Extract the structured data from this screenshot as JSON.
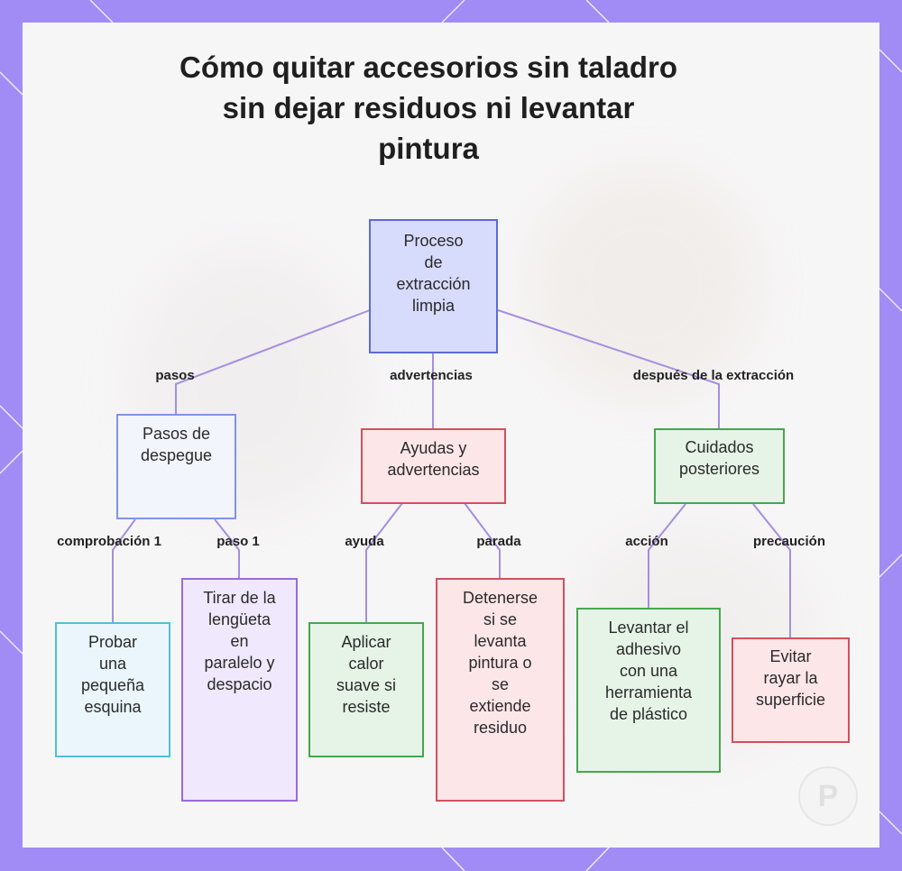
{
  "title": {
    "line1": "Cómo quitar accesorios sin taladro",
    "line2": "sin dejar residuos ni levantar",
    "line3": "pintura"
  },
  "nodes": {
    "root": [
      "Proceso",
      "de",
      "extracción",
      "limpia"
    ],
    "pasos": [
      "Pasos de",
      "despegue"
    ],
    "ayudas": [
      "Ayudas y",
      "advertencias"
    ],
    "cuidados": [
      "Cuidados",
      "posteriores"
    ],
    "probar": [
      "Probar",
      "una",
      "pequeña",
      "esquina"
    ],
    "tirar": [
      "Tirar de la",
      "lengüeta",
      "en",
      "paralelo y",
      "despacio"
    ],
    "aplicar": [
      "Aplicar",
      "calor",
      "suave si",
      "resiste"
    ],
    "detenerse": [
      "Detenerse",
      "si se",
      "levanta",
      "pintura o",
      "se",
      "extiende",
      "residuo"
    ],
    "levantar": [
      "Levantar el",
      "adhesivo",
      "con una",
      "herramienta",
      "de plástico"
    ],
    "evitar": [
      "Evitar",
      "rayar la",
      "superficie"
    ]
  },
  "edges": {
    "pasos": "pasos",
    "advertencias": "advertencias",
    "despues": "después de la extracción",
    "comprobacion": "comprobación 1",
    "paso1": "paso 1",
    "ayuda": "ayuda",
    "parada": "parada",
    "accion": "acción",
    "precaucion": "precaución"
  },
  "colors": {
    "frame": "#a18cf5",
    "connector": "#a58ee0",
    "root_fill": "#d7dbfc",
    "red_border": "#d2505d",
    "green_border": "#46a64e",
    "cyan_border": "#52bfd8",
    "purple_border": "#9c6ad9"
  }
}
